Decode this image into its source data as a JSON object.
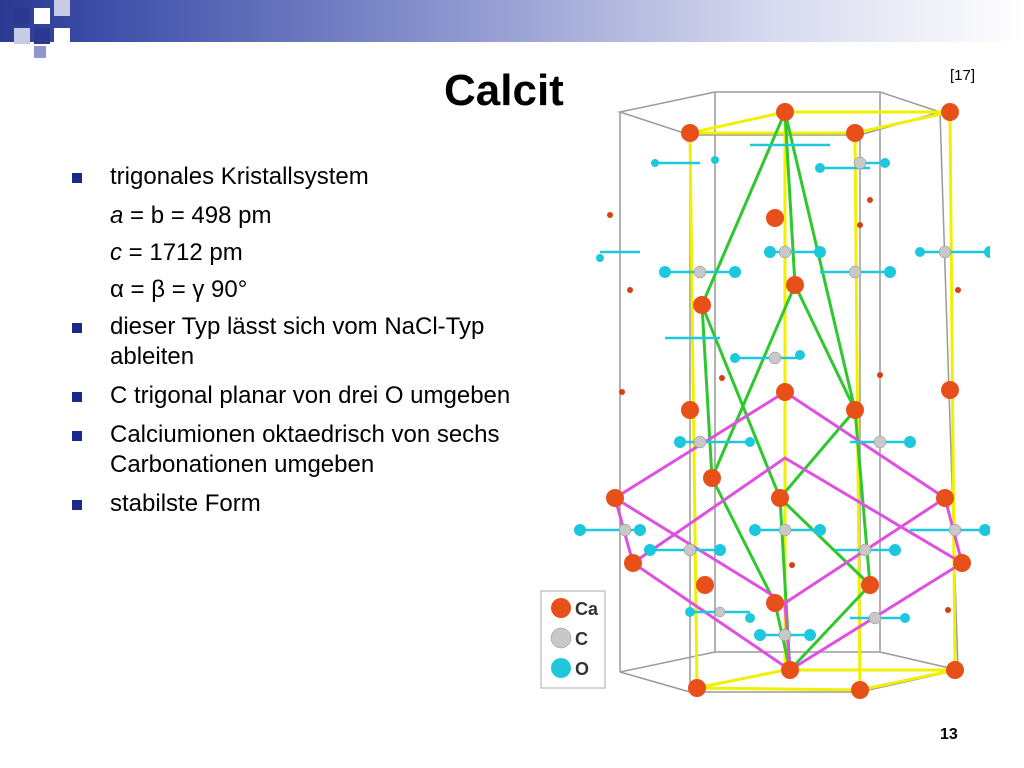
{
  "slide": {
    "title": "Calcit",
    "reference": "[17]",
    "page_number": "13"
  },
  "bullets": [
    {
      "text": "trigonales Kristallsystem"
    },
    {
      "text": "dieser Typ lässt sich vom NaCl-Typ ableiten"
    },
    {
      "text": "C trigonal planar von drei O umgeben"
    },
    {
      "text": "Calciumionen oktaedrisch von sechs Carbonationen umgeben"
    },
    {
      "text": "stabilste Form"
    }
  ],
  "params": {
    "a_var": "a",
    "a_rest": " = b = 498 pm",
    "c_var": "c",
    "c_rest": " = 1712 pm",
    "angles": "α = β = γ 90°"
  },
  "legend": [
    {
      "label": "Ca",
      "color": "#e8501a"
    },
    {
      "label": "C",
      "color": "#c8c8c8"
    },
    {
      "label": "O",
      "color": "#1ec8dc"
    }
  ],
  "colors": {
    "bullet": "#1a2a8c",
    "band_start": "#2b3990",
    "ca": "#e8501a",
    "c": "#c8c8c8",
    "o": "#1ec8dc",
    "cell_yellow": "#f0f000",
    "rhombo_green": "#2ec82e",
    "rhombo_magenta": "#e050e0"
  }
}
